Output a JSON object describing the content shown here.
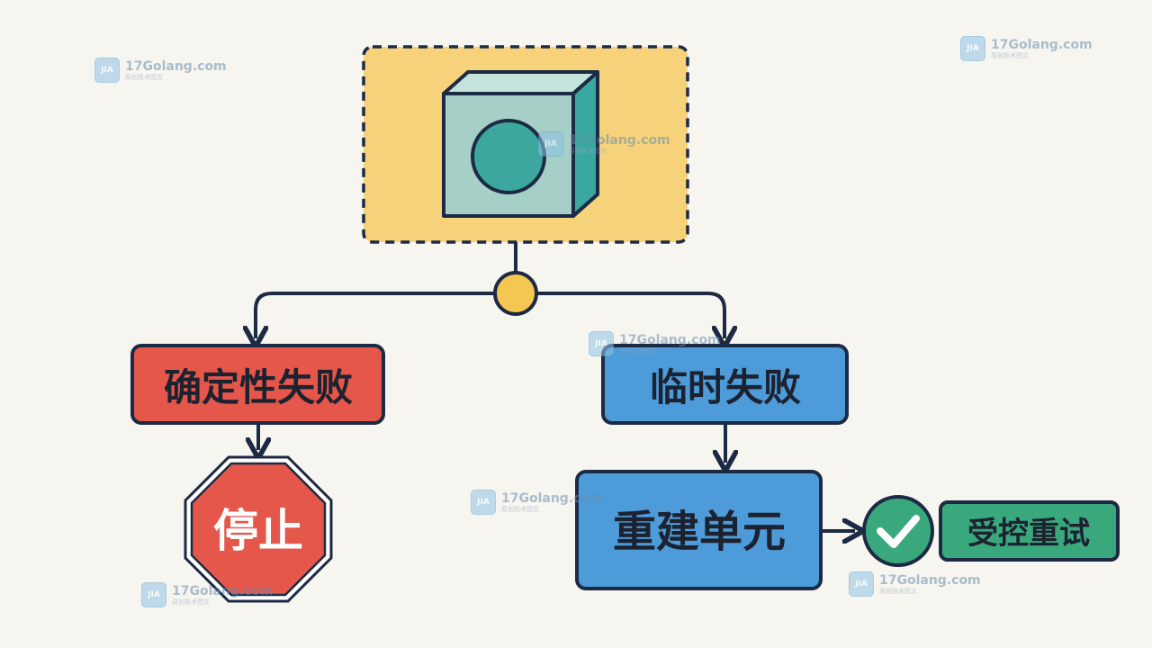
{
  "nodes": {
    "deterministic_failure": "确定性失败",
    "stop": "停止",
    "transient_failure": "临时失败",
    "rebuild_unit": "重建单元",
    "controlled_retry": "受控重试"
  },
  "watermark": {
    "domain": "17Golang.com",
    "subtitle": "原创技术图文",
    "logo_glyph": "JIA"
  },
  "icons": {
    "top": "cube-unit-icon",
    "junction": "junction-dot",
    "stop": "stop-sign-icon",
    "check": "checkmark-icon"
  },
  "colors": {
    "background": "#f7f5ef",
    "top_box": "#f6d37a",
    "cube_front": "#a5cfc7",
    "cube_side": "#3aa89e",
    "cube_circle": "#3ca79c",
    "junction": "#f4c753",
    "red": "#e4574a",
    "blue": "#4d9bd8",
    "green": "#39a97d",
    "outline": "#1c2a44"
  }
}
